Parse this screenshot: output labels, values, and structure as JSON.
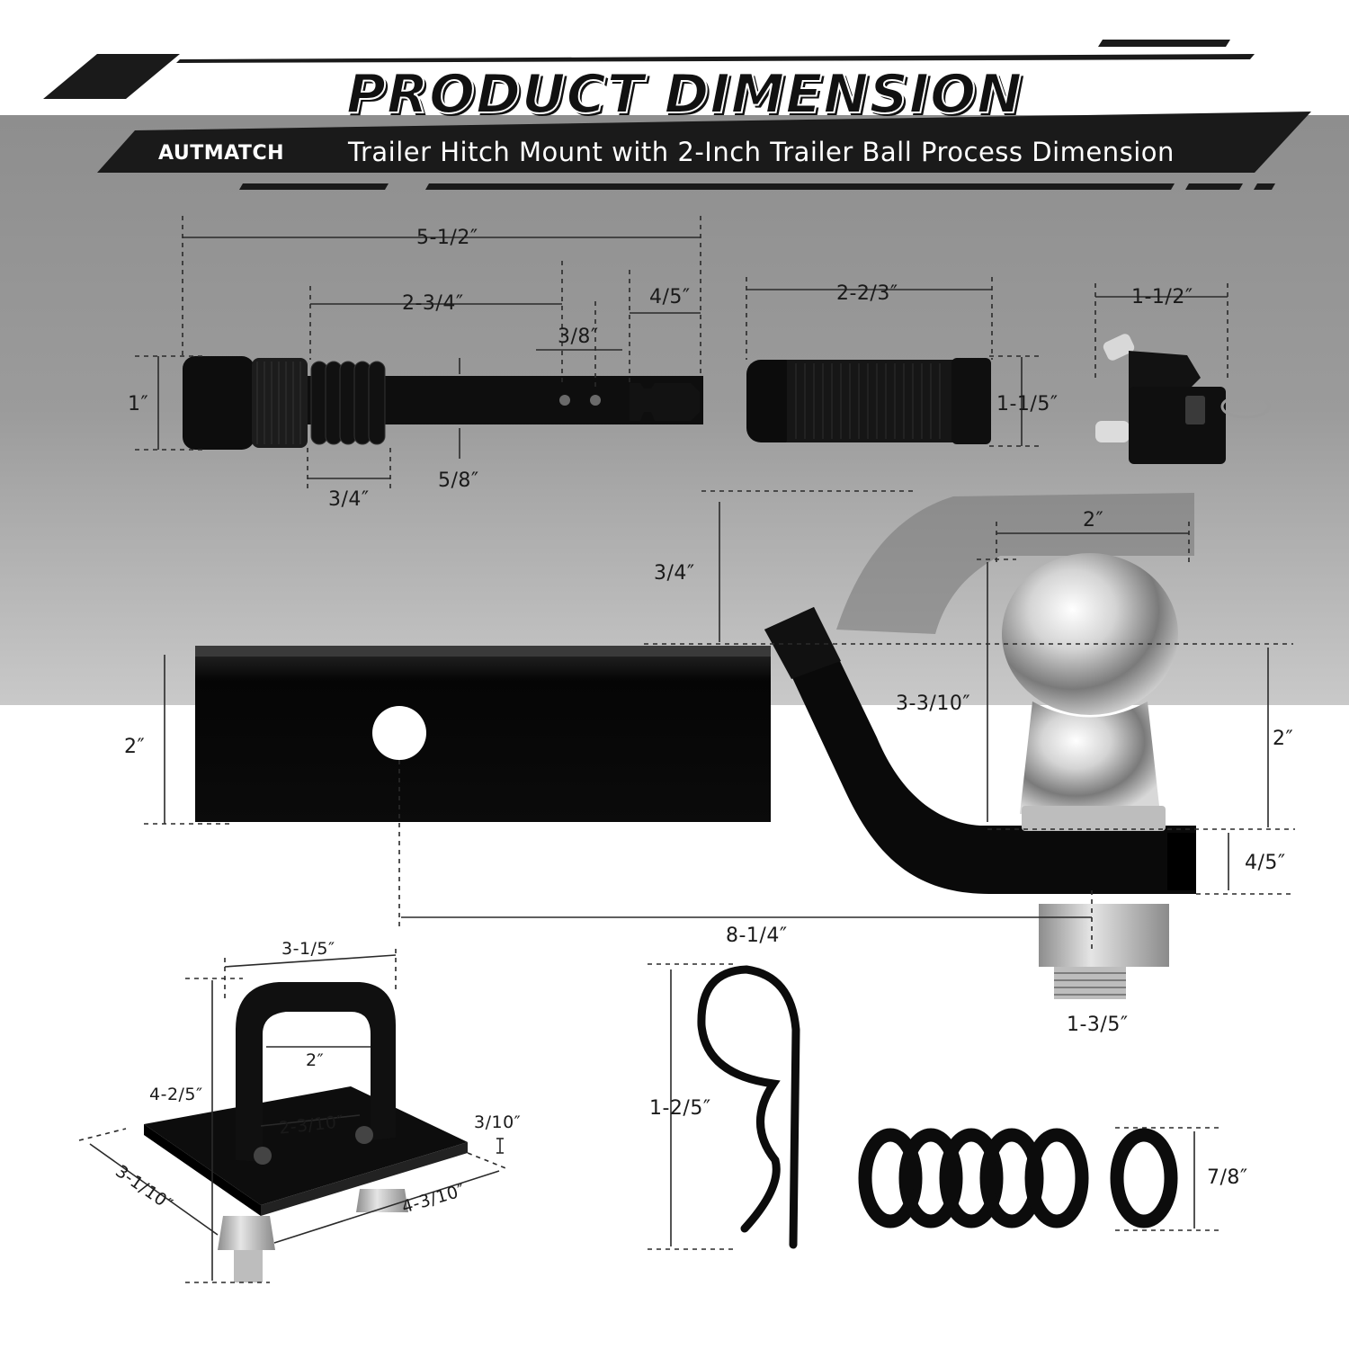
{
  "header": {
    "title": "PRODUCT DIMENSION",
    "brand": "AUTMATCH",
    "subtitle": "Trailer Hitch Mount with 2-Inch Trailer Ball Process Dimension"
  },
  "hitch_pin": {
    "overall_length": "5-1/2″",
    "shaft_length": "2-3/4″",
    "tip_length": "4/5″",
    "hole_spacing": "3/8″",
    "head_diameter": "1″",
    "spring_length": "3/4″",
    "pin_diameter": "5/8″"
  },
  "lock_cap": {
    "length": "2-2/3″",
    "diameter": "1-1/5″"
  },
  "keys": {
    "width": "1-1/2″"
  },
  "ball_mount": {
    "rise": "3/4″",
    "ball_diameter": "2″",
    "ball_height": "3-3/10″",
    "shank_height": "2″",
    "ball_platform_height": "2″",
    "platform_thickness": "4/5″",
    "hole_to_ball": "8-1/4″",
    "shank_length": "1-3/5″"
  },
  "tightener": {
    "u_bolt_width": "3-1/5″",
    "u_bolt_inner": "2″",
    "height": "4-2/5″",
    "plate_inner": "2-3/10″",
    "plate_thickness": "3/10″",
    "plate_depth": "3-1/10″",
    "plate_length": "4-3/10″"
  },
  "clip": {
    "length": "1-2/5″"
  },
  "o_rings": {
    "diameter": "7/8″"
  },
  "colors": {
    "background_gray": "#9a9a9a",
    "banner_black": "#1a1a1a",
    "part_black": "#0b0b0b",
    "chrome": "#c8c8c8"
  }
}
